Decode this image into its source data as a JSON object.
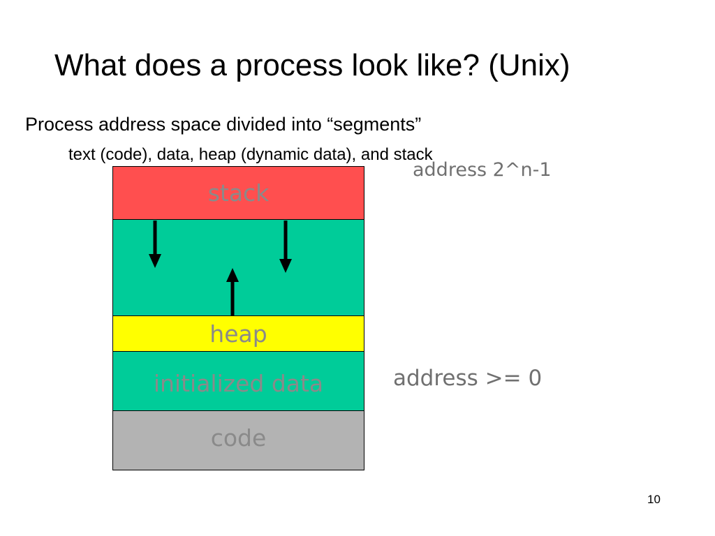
{
  "slide": {
    "title": "What does a process look like? (Unix)",
    "bullet_main": "Process address space divided into “segments”",
    "bullet_sub": "text (code), data, heap (dynamic data), and stack",
    "segments": {
      "stack": "stack",
      "heap": "heap",
      "data": "initialized data",
      "code": "code"
    },
    "address_top": "address 2^n-1",
    "address_bottom": "address >= 0",
    "page_number": "10"
  },
  "colors": {
    "stack": "#ff4f4f",
    "free_space": "#00cc99",
    "heap": "#ffff00",
    "data": "#00cc99",
    "code": "#b3b3b3",
    "segment_label": "#8a8a8a",
    "address_label": "#707070"
  }
}
